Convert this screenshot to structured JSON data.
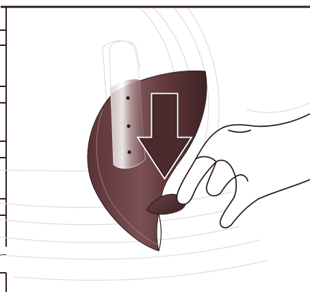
{
  "illustration": {
    "colors": {
      "frame": "#2e1a1c",
      "body_dark": "#4b2a2d",
      "body_mid": "#6e4548",
      "body_light": "#9a7578",
      "line": "#2a1a1b",
      "ghost_line": "#e2dcdc",
      "paper": "#ffffff"
    },
    "parts": [
      "page-frame",
      "appliance-ghost-outline",
      "appliance-body",
      "mounting-slot",
      "release-tab",
      "press-down-arrow-icon",
      "pressing-hand"
    ]
  }
}
